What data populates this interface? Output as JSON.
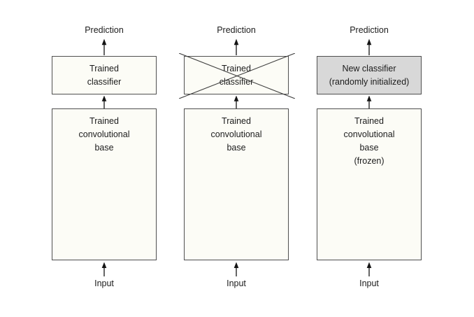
{
  "colors": {
    "background": "#ffffff",
    "box_fill": "#fcfcf6",
    "box_border": "#4f4f4f",
    "gray_box_fill": "#d8d8d8",
    "text": "#1c1c1c",
    "arrow": "#141414"
  },
  "columns": [
    {
      "prediction_label": "Prediction",
      "classifier_box": {
        "line1": "Trained",
        "line2": "classifier",
        "crossed_out": false
      },
      "base_box": {
        "line1": "Trained",
        "line2": "convolutional",
        "line3": "base"
      },
      "input_label": "Input"
    },
    {
      "prediction_label": "Prediction",
      "classifier_box": {
        "line1": "Trained",
        "line2": "classifier",
        "crossed_out": true
      },
      "base_box": {
        "line1": "Trained",
        "line2": "convolutional",
        "line3": "base"
      },
      "input_label": "Input"
    },
    {
      "prediction_label": "Prediction",
      "classifier_box": {
        "line1": "New classifier",
        "line2": "(randomly initialized)",
        "crossed_out": false
      },
      "base_box": {
        "line1": "Trained",
        "line2": "convolutional",
        "line3": "base",
        "line4": "(frozen)"
      },
      "input_label": "Input"
    }
  ]
}
